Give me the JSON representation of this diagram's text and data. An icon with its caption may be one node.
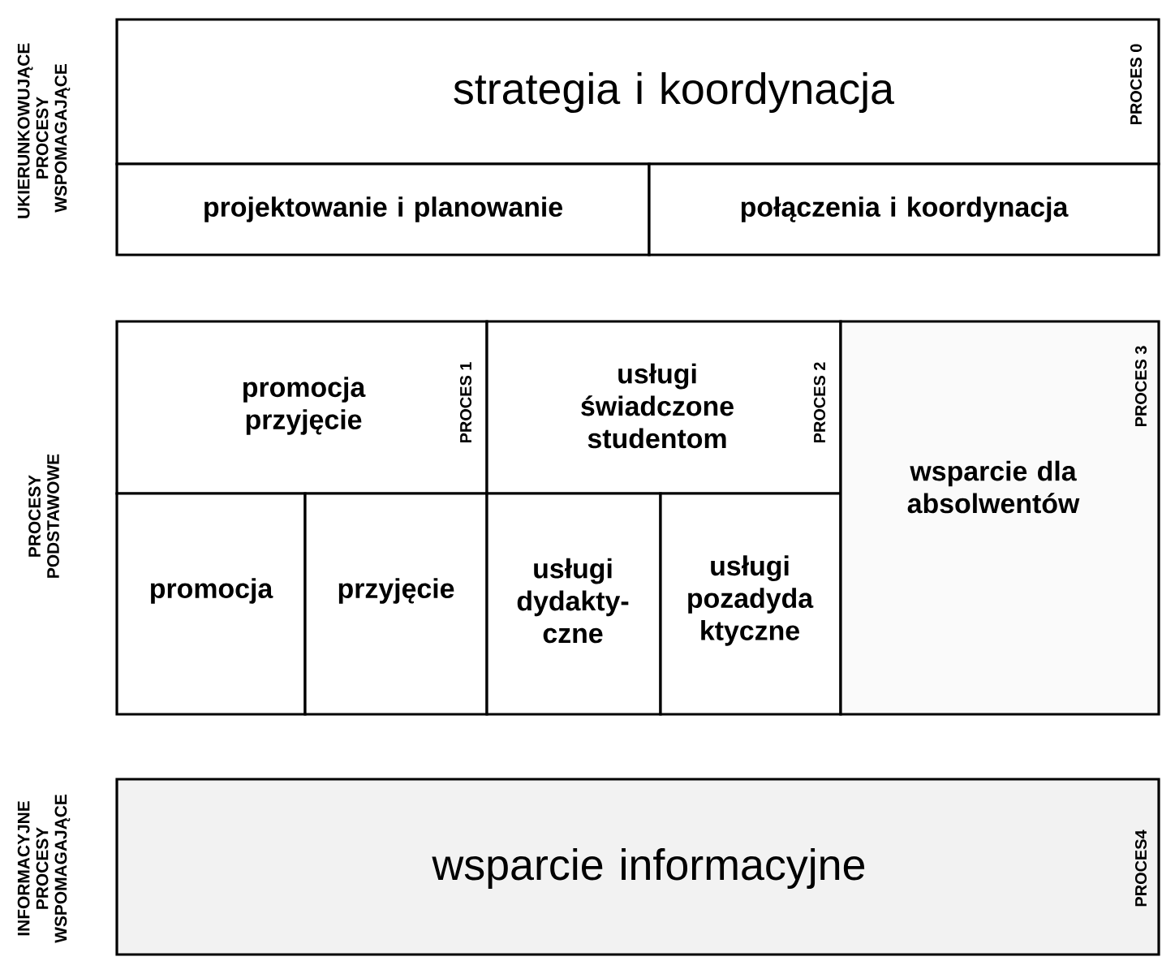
{
  "diagram": {
    "nodes": [
      {
        "text": [
          "strategia i koordynacja",
          "PROCES 0"
        ]
      },
      {
        "text": [
          "projektowanie i planowanie"
        ]
      },
      {
        "text": [
          "połączenia i koordynacja"
        ]
      },
      {
        "text": [
          "promocja przyjęcie",
          "PROCES 1"
        ]
      },
      {
        "text": [
          "promocja"
        ]
      },
      {
        "text": [
          "przyjęcie"
        ]
      },
      {
        "text": [
          "usługi świadczone studentom",
          "PROCES 2"
        ]
      },
      {
        "text": [
          "usługi dydakty- czne"
        ]
      },
      {
        "text": [
          "usługi pozadyda ktyczne"
        ]
      },
      {
        "text": [
          "wsparcie dla absolwentów",
          "PROCES 3"
        ]
      },
      {
        "text": [
          "wsparcie informacyjne",
          "PROCES4"
        ]
      }
    ],
    "labels": [
      "UKIERUNKOWUJĄCE PROCESY WSPOMAGAJĄCE",
      "PROCESY PODSTAWOWE",
      "INFORMACYJNE PROCESY WSPOMAGAJĄCE"
    ]
  }
}
